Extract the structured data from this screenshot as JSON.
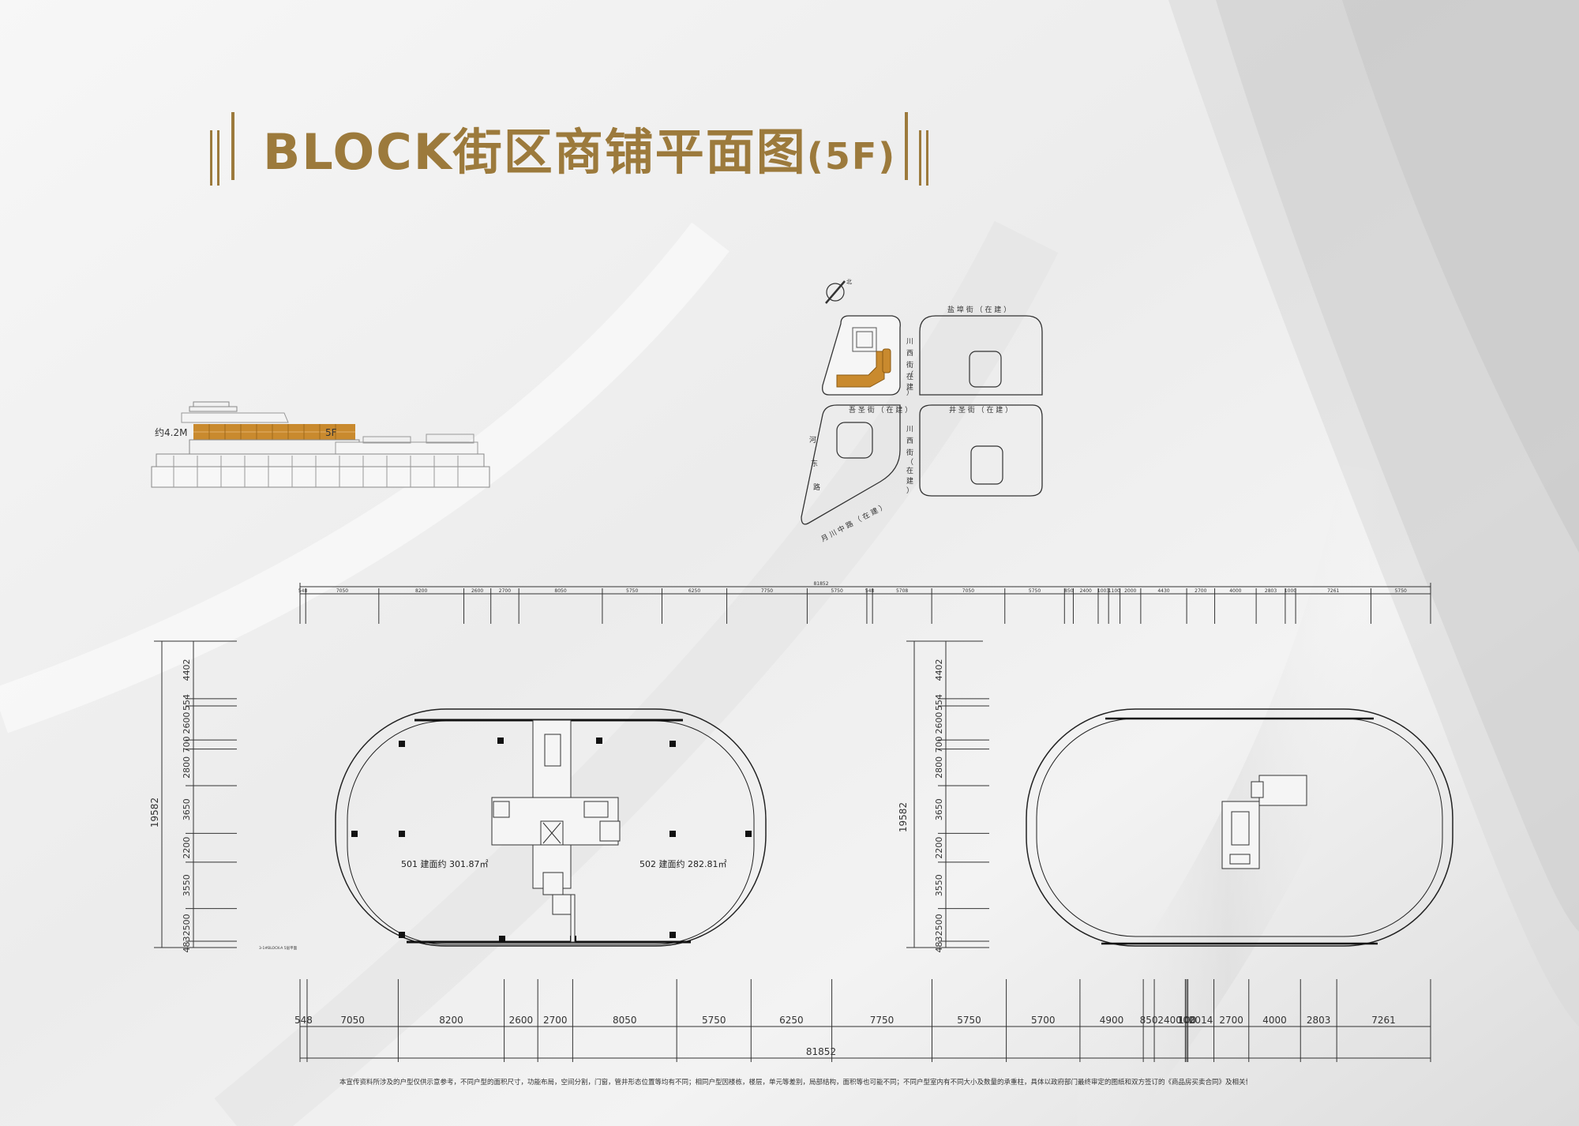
{
  "colors": {
    "accent": "#9c7a3c",
    "line": "#333333",
    "bg_light": "#f4f4f4",
    "bg_mid": "#d9d9d9",
    "facade": "#c98a2e"
  },
  "title": {
    "main": "BLOCK街区商铺平面图",
    "floor": "(5F)"
  },
  "elevation": {
    "height_label": "约4.2M",
    "floor_label": "5F"
  },
  "site_map": {
    "north_label": "北",
    "streets": {
      "top": "盐 埠 街 （ 在 建 ）",
      "middle_left": "吾 圣 街 （ 在 建 ）",
      "middle_right": "井 圣 街 （ 在 建 ）",
      "vertical_top": [
        "川",
        "西",
        "街",
        "（",
        "在",
        "建",
        "）"
      ],
      "vertical_bottom": [
        "川",
        "西",
        "街",
        "（",
        "在",
        "建",
        "）"
      ],
      "left": [
        "河",
        "东",
        "路"
      ],
      "bottom": "月 川 中 路 （ 在 建 ）"
    }
  },
  "top_dims": {
    "total": "81852",
    "values": [
      "548",
      "7050",
      "8200",
      "2600",
      "2700",
      "8050",
      "5750",
      "6250",
      "7750",
      "5750",
      "548",
      "5708",
      "7050",
      "5750",
      "850",
      "2400",
      "1003",
      "1100",
      "2000",
      "4430",
      "2700",
      "4000",
      "2803",
      "1000",
      "7261",
      "5750"
    ]
  },
  "bottom_dims": {
    "total": "81852",
    "values": [
      "548",
      "7050",
      "8200",
      "2600",
      "2700",
      "8050",
      "5750",
      "6250",
      "7750",
      "5750",
      "5700",
      "4900",
      "850",
      "2400",
      "100",
      "100",
      "2014",
      "2700",
      "4000",
      "2803",
      "7261"
    ]
  },
  "side_dims": {
    "total": "19582",
    "values": [
      "4402",
      "554",
      "2600",
      "700",
      "2800",
      "3650",
      "2200",
      "3550",
      "2500",
      "483"
    ]
  },
  "units": [
    {
      "id": "501",
      "label": "501  建面约 301.87㎡"
    },
    {
      "id": "502",
      "label": "502  建面约 282.81㎡"
    }
  ],
  "section_caption": "3-1#BLOCK-A 5层平面",
  "disclaimer": "本宣传资料所涉及的户型仅供示意参考，不同户型的面积尺寸，功能布局，空间分割，门窗，管井形态位置等均有不同；相同户型因楼栋，楼层，单元等差别，局部结构，面积等也可能不同；不同户型室内有不同大小及数量的承重柱，具体以政府部门最终审定的图纸和双方签订的《商品房买卖合同》及相关协议约定为准"
}
